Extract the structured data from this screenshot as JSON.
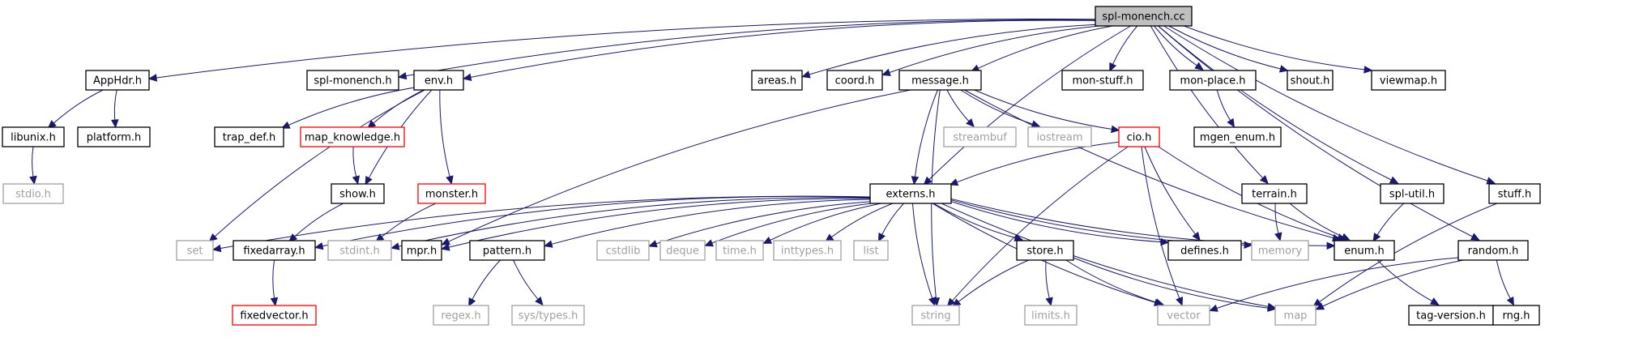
{
  "title": "spl-monench.cc",
  "colors": {
    "edge": "#191970",
    "root_fill": "#bfbfbf",
    "local_border": "#000000",
    "missing_border": "#a0a0a0",
    "linked_border": "#ff0000"
  },
  "nodes": {
    "spl_monench_cc": {
      "label": "spl-monench.cc",
      "kind": "root"
    },
    "apphdr_h": {
      "label": "AppHdr.h",
      "kind": "local"
    },
    "spl_monench_h": {
      "label": "spl-monench.h",
      "kind": "local"
    },
    "env_h": {
      "label": "env.h",
      "kind": "local"
    },
    "areas_h": {
      "label": "areas.h",
      "kind": "local"
    },
    "coord_h": {
      "label": "coord.h",
      "kind": "local"
    },
    "message_h": {
      "label": "message.h",
      "kind": "local"
    },
    "mon_stuff_h": {
      "label": "mon-stuff.h",
      "kind": "local"
    },
    "mon_place_h": {
      "label": "mon-place.h",
      "kind": "local"
    },
    "shout_h": {
      "label": "shout.h",
      "kind": "local"
    },
    "viewmap_h": {
      "label": "viewmap.h",
      "kind": "local"
    },
    "libunix_h": {
      "label": "libunix.h",
      "kind": "local"
    },
    "platform_h": {
      "label": "platform.h",
      "kind": "local"
    },
    "trap_def_h": {
      "label": "trap_def.h",
      "kind": "local"
    },
    "map_knowledge_h": {
      "label": "map_knowledge.h",
      "kind": "linked"
    },
    "streambuf": {
      "label": "streambuf",
      "kind": "missing"
    },
    "iostream": {
      "label": "iostream",
      "kind": "missing"
    },
    "cio_h": {
      "label": "cio.h",
      "kind": "linked"
    },
    "mgen_enum_h": {
      "label": "mgen_enum.h",
      "kind": "local"
    },
    "stdio_h": {
      "label": "stdio.h",
      "kind": "missing"
    },
    "show_h": {
      "label": "show.h",
      "kind": "local"
    },
    "monster_h": {
      "label": "monster.h",
      "kind": "linked"
    },
    "externs_h": {
      "label": "externs.h",
      "kind": "local"
    },
    "terrain_h": {
      "label": "terrain.h",
      "kind": "local"
    },
    "spl_util_h": {
      "label": "spl-util.h",
      "kind": "local"
    },
    "stuff_h": {
      "label": "stuff.h",
      "kind": "local"
    },
    "set": {
      "label": "set",
      "kind": "missing"
    },
    "fixedarray_h": {
      "label": "fixedarray.h",
      "kind": "local"
    },
    "stdint_h": {
      "label": "stdint.h",
      "kind": "missing"
    },
    "mpr_h": {
      "label": "mpr.h",
      "kind": "local"
    },
    "pattern_h": {
      "label": "pattern.h",
      "kind": "local"
    },
    "cstdlib": {
      "label": "cstdlib",
      "kind": "missing"
    },
    "deque": {
      "label": "deque",
      "kind": "missing"
    },
    "time_h": {
      "label": "time.h",
      "kind": "missing"
    },
    "inttypes_h": {
      "label": "inttypes.h",
      "kind": "missing"
    },
    "list": {
      "label": "list",
      "kind": "missing"
    },
    "store_h": {
      "label": "store.h",
      "kind": "local"
    },
    "defines_h": {
      "label": "defines.h",
      "kind": "local"
    },
    "memory": {
      "label": "memory",
      "kind": "missing"
    },
    "enum_h": {
      "label": "enum.h",
      "kind": "local"
    },
    "random_h": {
      "label": "random.h",
      "kind": "local"
    },
    "fixedvector_h": {
      "label": "fixedvector.h",
      "kind": "linked"
    },
    "regex_h": {
      "label": "regex.h",
      "kind": "missing"
    },
    "sys_types_h": {
      "label": "sys/types.h",
      "kind": "missing"
    },
    "string": {
      "label": "string",
      "kind": "missing"
    },
    "limits_h": {
      "label": "limits.h",
      "kind": "missing"
    },
    "vector": {
      "label": "vector",
      "kind": "missing"
    },
    "map": {
      "label": "map",
      "kind": "missing"
    },
    "tag_version_h": {
      "label": "tag-version.h",
      "kind": "local"
    },
    "rng_h": {
      "label": "rng.h",
      "kind": "local"
    }
  },
  "edges": [
    [
      "spl_monench_cc",
      "apphdr_h"
    ],
    [
      "spl_monench_cc",
      "spl_monench_h"
    ],
    [
      "spl_monench_cc",
      "env_h"
    ],
    [
      "spl_monench_cc",
      "areas_h"
    ],
    [
      "spl_monench_cc",
      "coord_h"
    ],
    [
      "spl_monench_cc",
      "message_h"
    ],
    [
      "spl_monench_cc",
      "mon_stuff_h"
    ],
    [
      "spl_monench_cc",
      "mon_place_h"
    ],
    [
      "spl_monench_cc",
      "shout_h"
    ],
    [
      "spl_monench_cc",
      "viewmap_h"
    ],
    [
      "spl_monench_cc",
      "externs_h"
    ],
    [
      "spl_monench_cc",
      "terrain_h"
    ],
    [
      "spl_monench_cc",
      "spl_util_h"
    ],
    [
      "spl_monench_cc",
      "stuff_h"
    ],
    [
      "spl_monench_cc",
      "random_h"
    ],
    [
      "apphdr_h",
      "libunix_h"
    ],
    [
      "apphdr_h",
      "platform_h"
    ],
    [
      "libunix_h",
      "stdio_h"
    ],
    [
      "env_h",
      "trap_def_h"
    ],
    [
      "env_h",
      "map_knowledge_h"
    ],
    [
      "env_h",
      "set"
    ],
    [
      "env_h",
      "show_h"
    ],
    [
      "env_h",
      "monster_h"
    ],
    [
      "map_knowledge_h",
      "show_h"
    ],
    [
      "show_h",
      "fixedarray_h"
    ],
    [
      "monster_h",
      "stdint_h"
    ],
    [
      "fixedarray_h",
      "fixedvector_h"
    ],
    [
      "message_h",
      "streambuf"
    ],
    [
      "message_h",
      "iostream"
    ],
    [
      "message_h",
      "cio_h"
    ],
    [
      "message_h",
      "mpr_h"
    ],
    [
      "message_h",
      "string"
    ],
    [
      "message_h",
      "enum_h"
    ],
    [
      "message_h",
      "externs_h"
    ],
    [
      "cio_h",
      "externs_h"
    ],
    [
      "cio_h",
      "defines_h"
    ],
    [
      "cio_h",
      "string"
    ],
    [
      "cio_h",
      "enum_h"
    ],
    [
      "cio_h",
      "vector"
    ],
    [
      "mon_place_h",
      "mgen_enum_h"
    ],
    [
      "externs_h",
      "set"
    ],
    [
      "externs_h",
      "fixedarray_h"
    ],
    [
      "externs_h",
      "stdint_h"
    ],
    [
      "externs_h",
      "mpr_h"
    ],
    [
      "externs_h",
      "pattern_h"
    ],
    [
      "externs_h",
      "cstdlib"
    ],
    [
      "externs_h",
      "deque"
    ],
    [
      "externs_h",
      "time_h"
    ],
    [
      "externs_h",
      "inttypes_h"
    ],
    [
      "externs_h",
      "list"
    ],
    [
      "externs_h",
      "store_h"
    ],
    [
      "externs_h",
      "defines_h"
    ],
    [
      "externs_h",
      "memory"
    ],
    [
      "externs_h",
      "enum_h"
    ],
    [
      "externs_h",
      "string"
    ],
    [
      "externs_h",
      "vector"
    ],
    [
      "externs_h",
      "map"
    ],
    [
      "pattern_h",
      "regex_h"
    ],
    [
      "pattern_h",
      "sys_types_h"
    ],
    [
      "store_h",
      "string"
    ],
    [
      "store_h",
      "limits_h"
    ],
    [
      "store_h",
      "vector"
    ],
    [
      "store_h",
      "map"
    ],
    [
      "terrain_h",
      "memory"
    ],
    [
      "terrain_h",
      "enum_h"
    ],
    [
      "spl_util_h",
      "enum_h"
    ],
    [
      "enum_h",
      "tag_version_h"
    ],
    [
      "stuff_h",
      "map"
    ],
    [
      "random_h",
      "rng_h"
    ],
    [
      "random_h",
      "map"
    ],
    [
      "random_h",
      "vector"
    ]
  ]
}
